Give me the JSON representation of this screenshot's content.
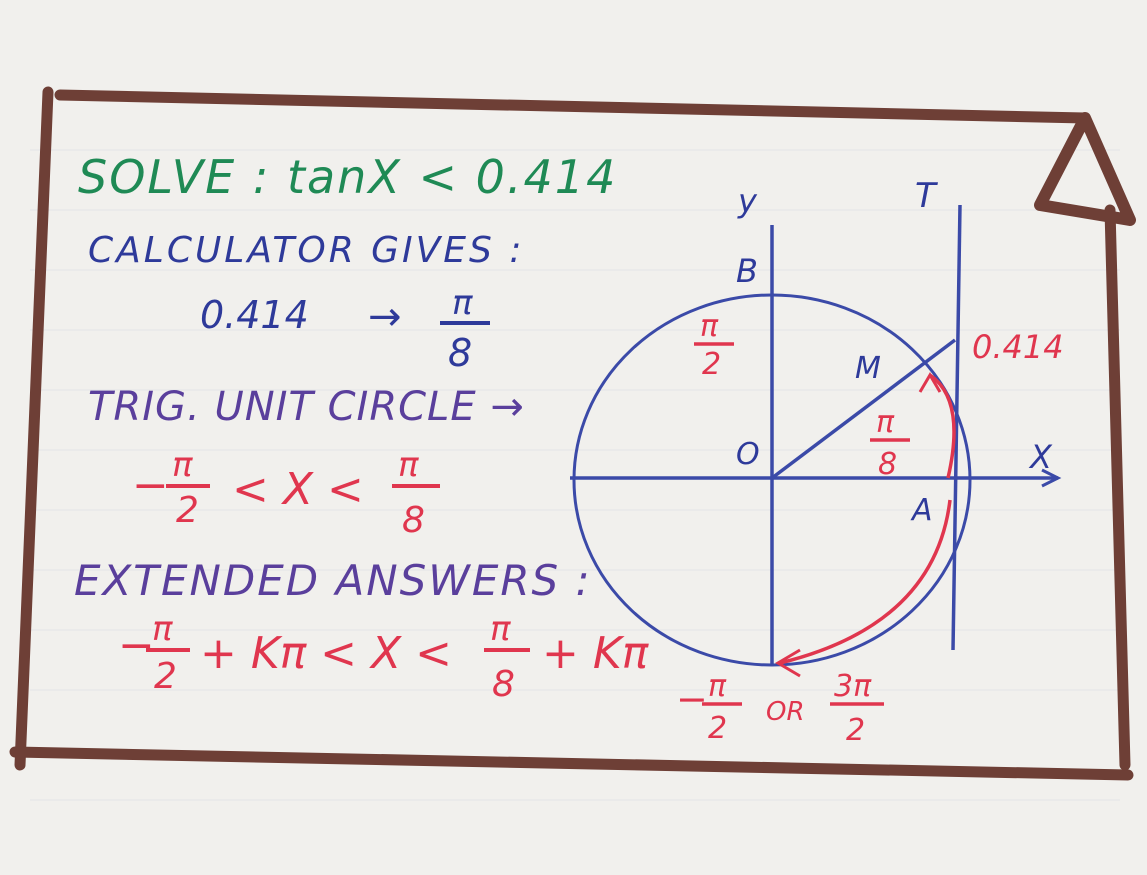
{
  "note": {
    "title": "SOLVE : tanX < 0.414",
    "calc_line": "CALCULATOR GIVES :",
    "calc_value": "0.414",
    "arrow": "→",
    "calc_frac": {
      "num": "π",
      "den": "8"
    },
    "trig_line": "TRIG. UNIT CIRCLE →",
    "interval": {
      "left_sign": "−",
      "left_num": "π",
      "left_den": "2",
      "middle": "< X <",
      "right_num": "π",
      "right_den": "8"
    },
    "extended_line": "EXTENDED ANSWERS :",
    "general": {
      "left_sign": "−",
      "left_num": "π",
      "left_den": "2",
      "middle": "+ Kπ < X <",
      "right_num": "π",
      "right_den": "8",
      "tail": "+ Kπ"
    }
  },
  "circle": {
    "label_y": "y",
    "label_t": "T",
    "label_b": "B",
    "label_m": "M",
    "label_o": "O",
    "label_a": "A",
    "label_x": "X",
    "tan_value": "0.414",
    "arc_top_num": "π",
    "arc_top_den": "2",
    "angle_num": "π",
    "angle_den": "8",
    "bottom_left_sign": "−",
    "bottom_left_num": "π",
    "bottom_left_den": "2",
    "bottom_or": "OR",
    "bottom_right_num": "3π",
    "bottom_right_den": "2"
  },
  "colors": {
    "green": "#1f8a55",
    "blue": "#2e3a9a",
    "purple": "#5a3f9c",
    "red": "#e0364e",
    "frame": "#6e3f36"
  }
}
